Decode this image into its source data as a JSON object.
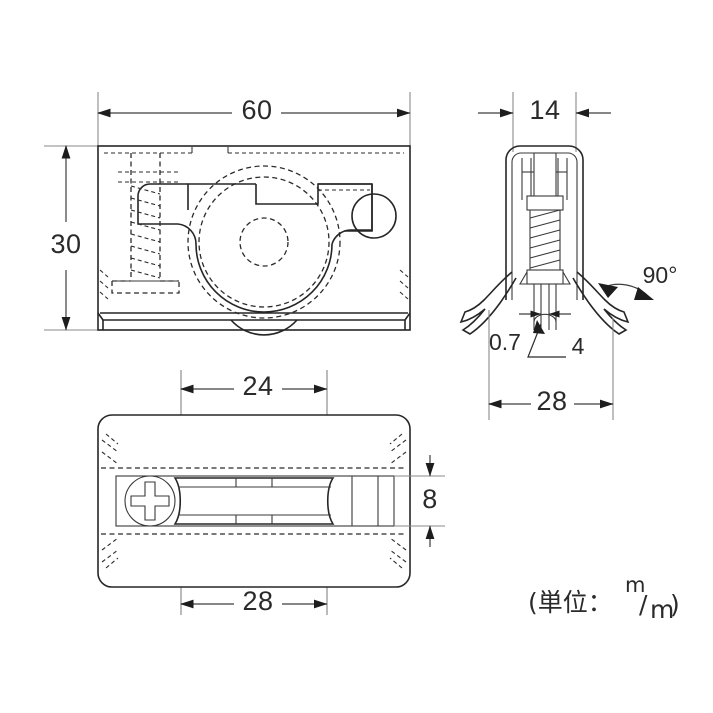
{
  "drawing": {
    "title": "roller catch technical drawing",
    "unit_note": {
      "prefix": "(単位：",
      "numerator": "m",
      "slash": "/",
      "denominator": "m",
      "suffix": ")",
      "full": "(単位：m/m)"
    },
    "line_color": "#262626",
    "hidden_line_color": "#2b2b2b",
    "dim_line_color": "#3d3d3d",
    "extension_line_color": "#8a8a8a",
    "center_line_color": "#777777",
    "background_color": "#ffffff"
  },
  "views": {
    "front": {
      "name": "front-view",
      "dimensions": {
        "width": "60",
        "height": "30"
      }
    },
    "side": {
      "name": "side-view",
      "dimensions": {
        "width": "14",
        "thickness": "0.7",
        "gap": "4",
        "angle": "90°",
        "span": "28"
      }
    },
    "bottom": {
      "name": "bottom-view",
      "dimensions": {
        "inner": "24",
        "outer": "28",
        "slot": "8"
      }
    }
  },
  "labels": {
    "d60": "60",
    "d30": "30",
    "d14": "14",
    "d07": "0.7",
    "d4": "4",
    "d90": "90°",
    "d28_side": "28",
    "d24": "24",
    "d28_bottom": "28",
    "d8": "8"
  }
}
